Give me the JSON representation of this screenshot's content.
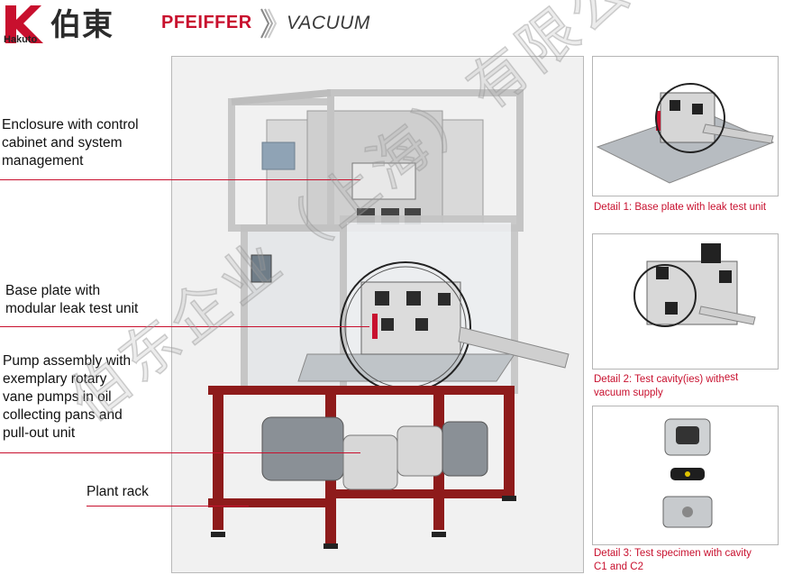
{
  "header": {
    "hakuto_cn": "伯東",
    "hakuto_en": "Hakuto",
    "pfeiffer": "PFEIFFER",
    "vacuum": "VACUUM"
  },
  "labels": {
    "enclosure": [
      "Enclosure with control",
      "cabinet and system",
      "management"
    ],
    "base_plate": [
      "Base plate with",
      "modular leak test unit"
    ],
    "pump": [
      "Pump assembly with",
      "exemplary rotary",
      "vane  pumps in oil",
      "collecting pans and",
      "pull-out unit"
    ],
    "rack": "Plant rack"
  },
  "details": {
    "d1": [
      "Detail 1: Base plate with leak test unit"
    ],
    "d2": [
      "Detail 2: Test cavity(ies) with",
      "est",
      "vacuum supply"
    ],
    "d3": [
      "Detail 3: Test specimen with cavity",
      "C1 and C2"
    ]
  },
  "watermark": "伯东企业（上海）有限公司",
  "colors": {
    "accent": "#c8102e",
    "rack": "#8e1b1b",
    "frame": "#b9b9b9"
  }
}
